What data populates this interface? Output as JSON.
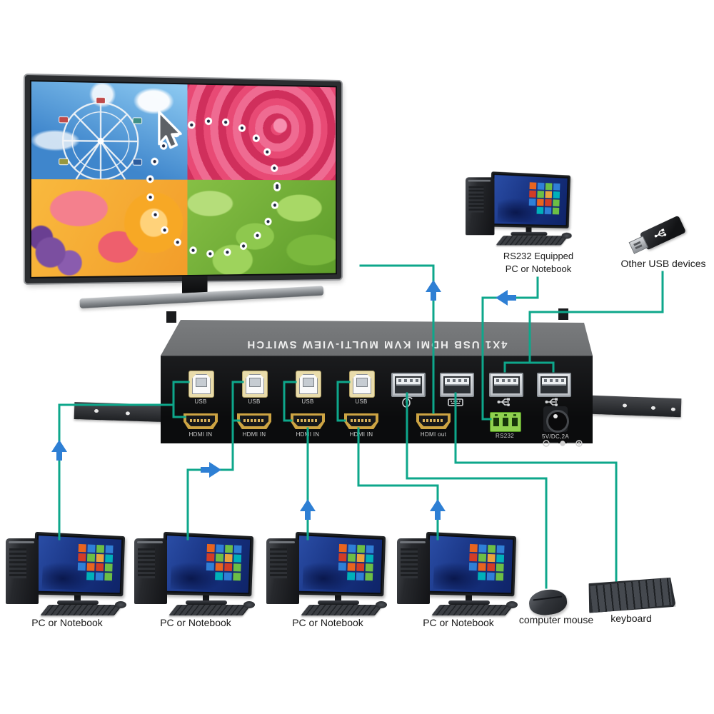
{
  "colors": {
    "wire": "#0ea78b",
    "arrow": "#2e7fd4"
  },
  "kvm_switch": {
    "title": "4X1 USB HDMI KVM MULTI-VIEW SWITCH",
    "usb_b_ports": [
      {
        "label": "USB"
      },
      {
        "label": "USB"
      },
      {
        "label": "USB"
      },
      {
        "label": "USB"
      }
    ],
    "hdmi_in_ports": [
      {
        "label": "HDMI IN"
      },
      {
        "label": "HDMI IN"
      },
      {
        "label": "HDMI IN"
      },
      {
        "label": "HDMI IN"
      }
    ],
    "usb_a_ports": [
      {
        "icon": "mouse-icon"
      },
      {
        "icon": "keyboard-icon"
      },
      {
        "icon": "usb-icon"
      },
      {
        "icon": "usb-icon"
      }
    ],
    "hdmi_out_label": "HDMI out",
    "rs232_label": "RS232",
    "power_label": "5V/DC,2A"
  },
  "devices": {
    "rs232_pc_label_line1": "RS232 Equipped",
    "rs232_pc_label_line2": "PC or Notebook",
    "other_usb_label": "Other USB devices",
    "computers": [
      {
        "label": "PC or Notebook"
      },
      {
        "label": "PC or Notebook"
      },
      {
        "label": "PC or Notebook"
      },
      {
        "label": "PC or Notebook"
      }
    ],
    "mouse_label": "computer mouse",
    "keyboard_label": "keyboard"
  }
}
